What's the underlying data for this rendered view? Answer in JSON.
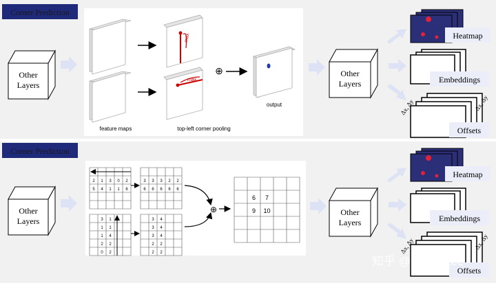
{
  "sections": [
    {
      "id": "top",
      "title": "Corner Prediction"
    },
    {
      "id": "bottom",
      "title": "Corner Prediction"
    }
  ],
  "labels": {
    "other_layers_line1": "Other",
    "other_layers_line2": "Layers",
    "heatmap": "Heatmap",
    "embeddings": "Embeddings",
    "offsets": "Offsets",
    "delta": "Δx, Δy"
  },
  "pooling_figure": {
    "feature_maps": "feature maps",
    "top_left_corner_pooling": "top-left corner pooling",
    "output": "output",
    "max": "max",
    "plus": "⊕"
  },
  "grid_example": {
    "top_rows": [
      [
        "2",
        "1",
        "3",
        "0",
        "2"
      ],
      [
        "5",
        "4",
        "1",
        "1",
        "6"
      ]
    ],
    "top_pooled": [
      [
        "3",
        "3",
        "3",
        "2",
        "2"
      ],
      [
        "6",
        "6",
        "6",
        "6",
        "6"
      ]
    ],
    "left_col": [
      "3",
      "1",
      "1",
      "2",
      "0"
    ],
    "left_col2": [
      "1",
      "1",
      "4",
      "2",
      "2"
    ],
    "left_pooled": [
      "3",
      "3",
      "3",
      "2",
      "2"
    ],
    "left_pooled2": [
      "4",
      "4",
      "4",
      "2",
      "2"
    ],
    "result": [
      [
        "6",
        "7"
      ],
      [
        "9",
        "10"
      ]
    ],
    "plus": "⊕"
  },
  "watermark": "知乎 @PodenLee",
  "colors": {
    "title_bg": "#1f2a7a",
    "title_text": "#1a1a1a",
    "panel_bg": "#f1f1f1",
    "arrow": "#dde3f5",
    "heatmap_bg": "#2b2f78"
  }
}
